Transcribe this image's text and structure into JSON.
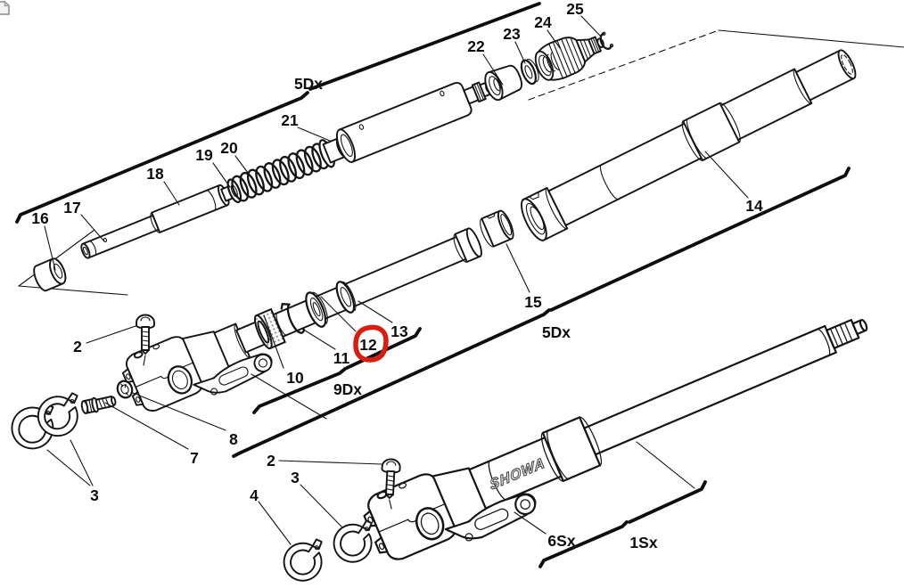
{
  "page": {
    "corner_icon": "page-icon"
  },
  "diagram": {
    "type": "exploded-parts-diagram",
    "subject": "Front fork assembly",
    "brand_text": "SHOWA",
    "highlight_color": "#db1d0f",
    "highlighted_part": "12",
    "part_labels": [
      {
        "id": "part-16",
        "text": "16"
      },
      {
        "id": "part-17",
        "text": "17"
      },
      {
        "id": "part-18",
        "text": "18"
      },
      {
        "id": "part-19",
        "text": "19"
      },
      {
        "id": "part-20",
        "text": "20"
      },
      {
        "id": "part-21",
        "text": "21"
      },
      {
        "id": "part-22",
        "text": "22"
      },
      {
        "id": "part-23",
        "text": "23"
      },
      {
        "id": "part-24",
        "text": "24"
      },
      {
        "id": "part-25",
        "text": "25"
      },
      {
        "id": "part-14",
        "text": "14"
      },
      {
        "id": "part-15",
        "text": "15"
      },
      {
        "id": "part-2-left",
        "text": "2"
      },
      {
        "id": "part-10",
        "text": "10"
      },
      {
        "id": "part-11",
        "text": "11"
      },
      {
        "id": "part-12",
        "text": "12"
      },
      {
        "id": "part-13",
        "text": "13"
      },
      {
        "id": "part-7",
        "text": "7"
      },
      {
        "id": "part-8",
        "text": "8"
      },
      {
        "id": "part-3-left",
        "text": "3"
      },
      {
        "id": "part-2-bottom",
        "text": "2"
      },
      {
        "id": "part-3-bottom",
        "text": "3"
      },
      {
        "id": "part-4",
        "text": "4"
      },
      {
        "id": "part-6sx",
        "text": "6Sx"
      }
    ],
    "group_labels": [
      {
        "id": "group-5dx-top",
        "text": "5Dx"
      },
      {
        "id": "group-9dx",
        "text": "9Dx"
      },
      {
        "id": "group-5dx-right",
        "text": "5Dx"
      },
      {
        "id": "group-1sx",
        "text": "1Sx"
      }
    ]
  }
}
